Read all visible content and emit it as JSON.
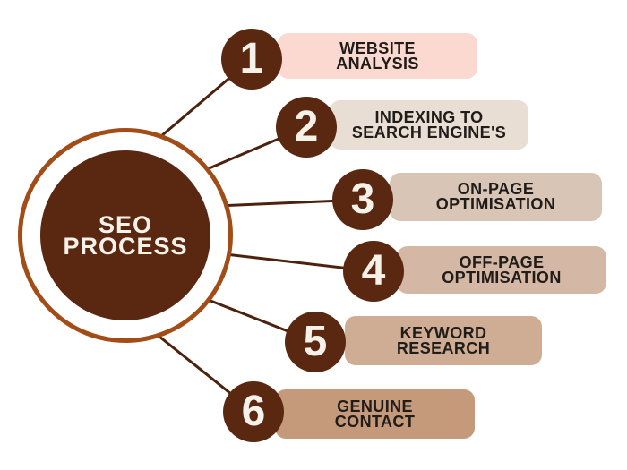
{
  "diagram": {
    "center": {
      "line1": "SEO",
      "line2": "PROCESS"
    },
    "items": [
      {
        "number": "1",
        "line1": "WEBSITE",
        "line2": "ANALYSIS",
        "pill_color": "#fbd9d0"
      },
      {
        "number": "2",
        "line1": "INDEXING TO",
        "line2": "SEARCH ENGINE'S",
        "pill_color": "#e9ded4"
      },
      {
        "number": "3",
        "line1": "ON-PAGE",
        "line2": "OPTIMISATION",
        "pill_color": "#d9c5b5"
      },
      {
        "number": "4",
        "line1": "OFF-PAGE",
        "line2": "OPTIMISATION",
        "pill_color": "#d4b7a4"
      },
      {
        "number": "5",
        "line1": "KEYWORD",
        "line2": "RESEARCH",
        "pill_color": "#cfad94"
      },
      {
        "number": "6",
        "line1": "GENUINE",
        "line2": "CONTACT",
        "pill_color": "#c49a7b"
      }
    ],
    "colors": {
      "circle_dark": "#5a2711",
      "ring": "#a24d18",
      "connector": "#4c220e",
      "label_text": "#201c19",
      "number_text": "#f6f2ea",
      "background": "#ffffff"
    }
  }
}
